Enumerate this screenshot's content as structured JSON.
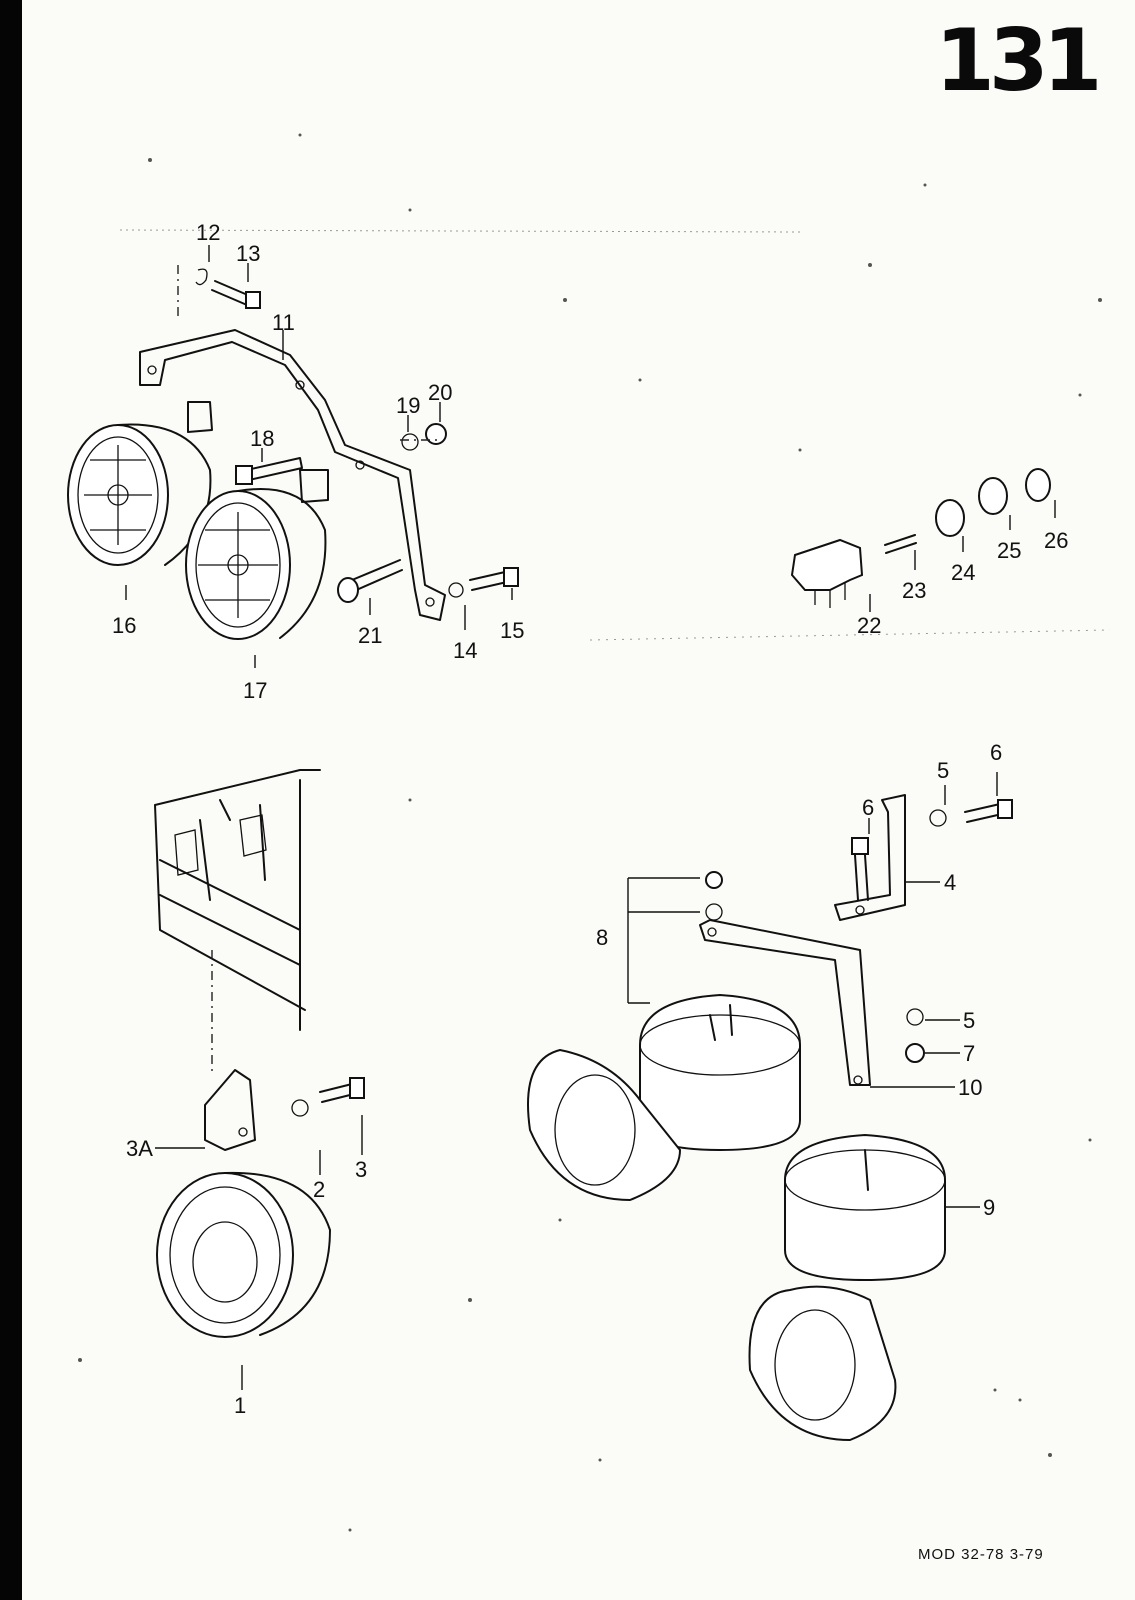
{
  "page_number": "131",
  "footer": "MOD 32-78  3-79",
  "callouts": {
    "c1": "1",
    "c2": "2",
    "c3": "3",
    "c3a": "3A",
    "c4": "4",
    "c5a": "5",
    "c5b": "5",
    "c6a": "6",
    "c6b": "6",
    "c7": "7",
    "c8": "8",
    "c9": "9",
    "c10": "10",
    "c11": "11",
    "c12": "12",
    "c13": "13",
    "c14": "14",
    "c15": "15",
    "c16": "16",
    "c17": "17",
    "c18": "18",
    "c19": "19",
    "c20": "20",
    "c21": "21",
    "c22": "22",
    "c23": "23",
    "c24": "24",
    "c25": "25",
    "c26": "26"
  }
}
